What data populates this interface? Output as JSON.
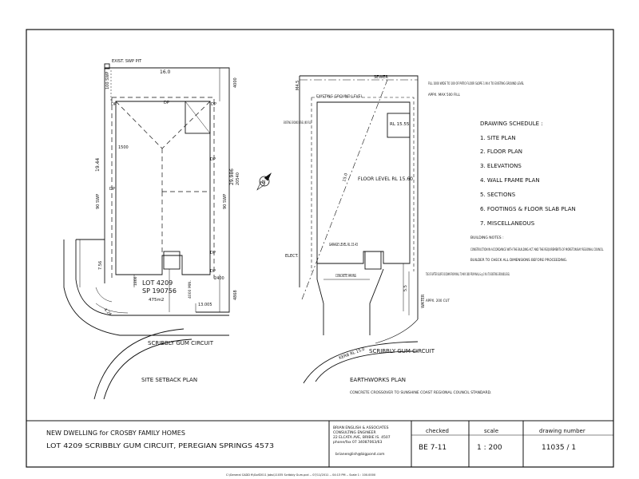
{
  "site_plan": {
    "label_title": "SITE SETBACK PLAN",
    "pit": "EXIST. SWP PIT",
    "dim_top": "16.0",
    "dim_right_top": "4000",
    "swp_top": "100 SWP",
    "dp": "DP",
    "dim_left": "19.44",
    "swp_left": "90 SWP",
    "dim_right_1": "29.986",
    "dim_right_2": "20540",
    "swp_right": "90 SWP",
    "dim_right_bottom": "4868",
    "dim_1500": "1500",
    "dim_2400": "2400",
    "dim_4000": "4000 MIN.",
    "dim_1866": "1866",
    "dim_756": "7.56",
    "dim_426": "4.26",
    "dim_13005": "13.005",
    "lot": "LOT 4209",
    "sp": "SP 190756",
    "area": "475m2",
    "street": "SCRIBBLY GUM CIRCUIT"
  },
  "earthworks": {
    "label_title": "EARTHWORKS PLAN",
    "m45": "M4.5",
    "sewer": "SEWER",
    "fill_note": "FILL 1000 WIDE TO 100 OF PATIO FLOOR SLOPE 1 IN 4 TO EXISTING GROUND LEVEL",
    "appx_fill": "APPX. MAX 500 FILL",
    "existing_ground": "EXISTING GROUND LEVEL",
    "existing_ground_2": "EXISTING GROUND LEVEL (NO FILL)",
    "rl": "RL 15.55",
    "dim_150": "15.0",
    "floor_level": "FLOOR LEVEL RL 15.60",
    "garage_level": "GARAGE LEVEL RL 15.43",
    "elect": "ELECT.",
    "concrete": "CONCRETE PAVING",
    "batter_note": "TOE OF BATTER SLOPE 50 DOWN FROM WALL TO MAX 1000 FROM WALL & @ 1 IN 4 TO EXISTING GROUND LEVEL",
    "appx_cut": "APPX. 200 CUT",
    "water": "WATER",
    "dim_55": "5.5",
    "kerb": "KERB RL 15.0",
    "street": "SCRIBBLY GUM CIRCUIT",
    "crossover": "CONCRETE CROSSOVER TO SUNSHINE COAST REGIONAL COUNCIL STANDARD."
  },
  "schedule": {
    "heading": "DRAWING SCHEDULE :",
    "items": [
      "1.  SITE PLAN",
      "2.  FLOOR PLAN",
      "3.  ELEVATIONS",
      "4.  WALL FRAME PLAN",
      "5.  SECTIONS",
      "6.  FOOTINGS & FLOOR SLAB PLAN",
      "7.  MISCELLANEOUS"
    ],
    "notes_heading": "BUILDING NOTES :",
    "note_1": "CONSTRUCTION IN ACCORDANCE WITH THE BUILDING ACT AND THE REQUIREMENTS OF MORETON BAY REGIONAL COUNCIL.",
    "note_2": "BUILDER TO CHECK ALL DIMENSIONS BEFORE PROCEEDING."
  },
  "north": "N",
  "title_block": {
    "project_line_1": "NEW DWELLING for CROSBY FAMILY HOMES",
    "project_line_2": "LOT 4209 SCRIBBLY GUM CIRCUIT, PEREGIAN SPRINGS 4573",
    "firm_line_1": "BRIAN ENGLISH & ASSOCIATES",
    "firm_line_2": "CONSULTING ENGINEER",
    "firm_line_3": "22 ELCATA AVE, BRIBIE IS. 4507",
    "firm_line_4": "phone/fax 07 34087063/63",
    "firm_email": "brianenglish@bigpond.com",
    "checked_label": "checked",
    "checked_value": "BE  7-11",
    "scale_label": "scale",
    "scale_value": "1 : 200",
    "drawing_label": "drawing number",
    "drawing_value": "11035 / 1"
  },
  "footer_path": "C:\\General CADD ft\\Golf2011 Jobs\\11035 Scribbly Gum.pcd -- 07/11/2011 -- 04:13 PM -- Scale 1 : 100.0000"
}
